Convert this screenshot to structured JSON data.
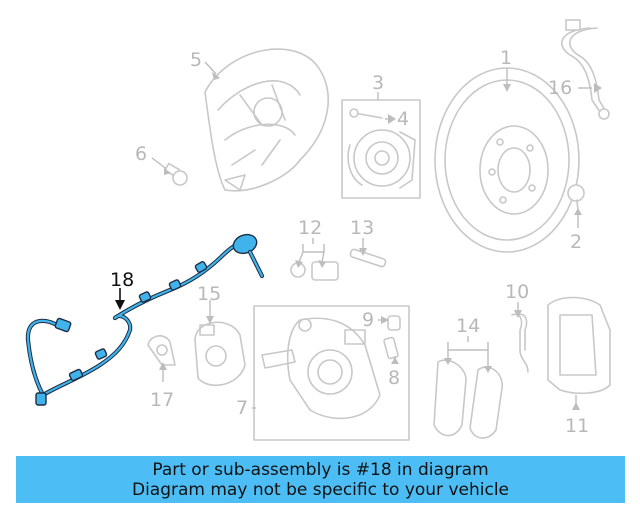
{
  "callouts": {
    "c1": "1",
    "c2": "2",
    "c3": "3",
    "c4": "4",
    "c5": "5",
    "c6": "6",
    "c7": "7",
    "c8": "8",
    "c9": "9",
    "c10": "10",
    "c11": "11",
    "c12": "12",
    "c13": "13",
    "c14": "14",
    "c15": "15",
    "c16": "16",
    "c17": "17",
    "c18": "18"
  },
  "highlighted_part": "18",
  "colors": {
    "banner": "#4dbef5",
    "highlight_part": "#3fb3ea",
    "other_parts": "#c8c8c8"
  },
  "banner": {
    "line1": "Part or sub-assembly is #18 in diagram",
    "line2": "Diagram may not be specific to your vehicle"
  }
}
